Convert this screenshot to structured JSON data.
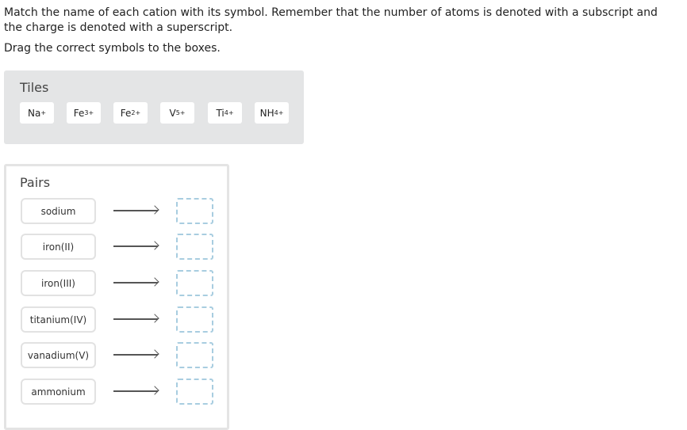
{
  "instructions": "Match the name of each cation with its symbol. Remember that the number of atoms is denoted with a subscript and the charge is denoted with a superscript.",
  "drag_prompt": "Drag the correct symbols to the boxes.",
  "tiles_title": "Tiles",
  "tiles": [
    {
      "base": "Na",
      "sub": "",
      "sup": "+"
    },
    {
      "base": "Fe",
      "sub": "",
      "sup": "3+"
    },
    {
      "base": "Fe",
      "sub": "",
      "sup": "2+"
    },
    {
      "base": "V",
      "sub": "",
      "sup": "5+"
    },
    {
      "base": "Ti",
      "sub": "",
      "sup": "4+"
    },
    {
      "base": "NH",
      "sub": "4",
      "sup": "+"
    }
  ],
  "pairs_title": "Pairs",
  "pairs": [
    {
      "name": "sodium"
    },
    {
      "name": "iron(II)"
    },
    {
      "name": "iron(III)"
    },
    {
      "name": "titanium(IV)"
    },
    {
      "name": "vanadium(V)"
    },
    {
      "name": "ammonium"
    }
  ]
}
